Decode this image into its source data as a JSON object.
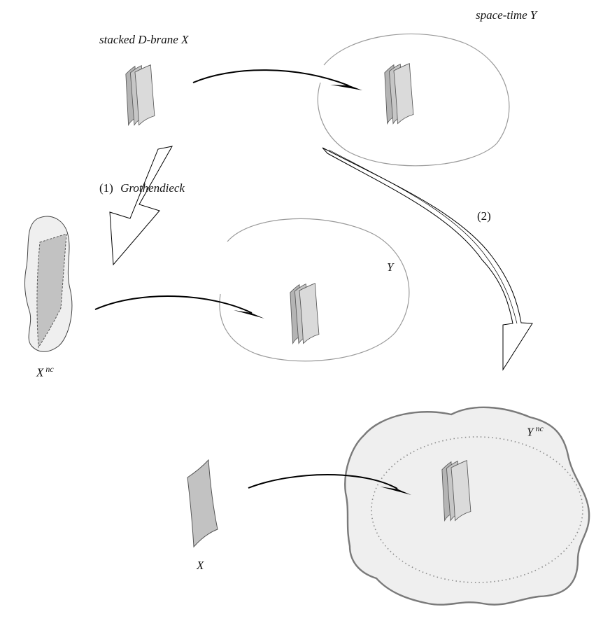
{
  "labels": {
    "stacked_brane": "stacked  D-brane  X",
    "spacetime": "space-time  Y",
    "step1_num": "(1)",
    "step1_name": "Grothendieck",
    "step2": "(2)",
    "y_mid": "Y",
    "xnc_base": "X",
    "xnc_sup": "nc",
    "ync_base": "Y",
    "ync_sup": "nc",
    "x_bottom": "X"
  },
  "colors": {
    "brane_fill": "#d8d8d8",
    "brane_back": "#b4b4b4",
    "nc_fill": "#efefef",
    "ring": "#9a9a9a",
    "ink": "#000000"
  }
}
